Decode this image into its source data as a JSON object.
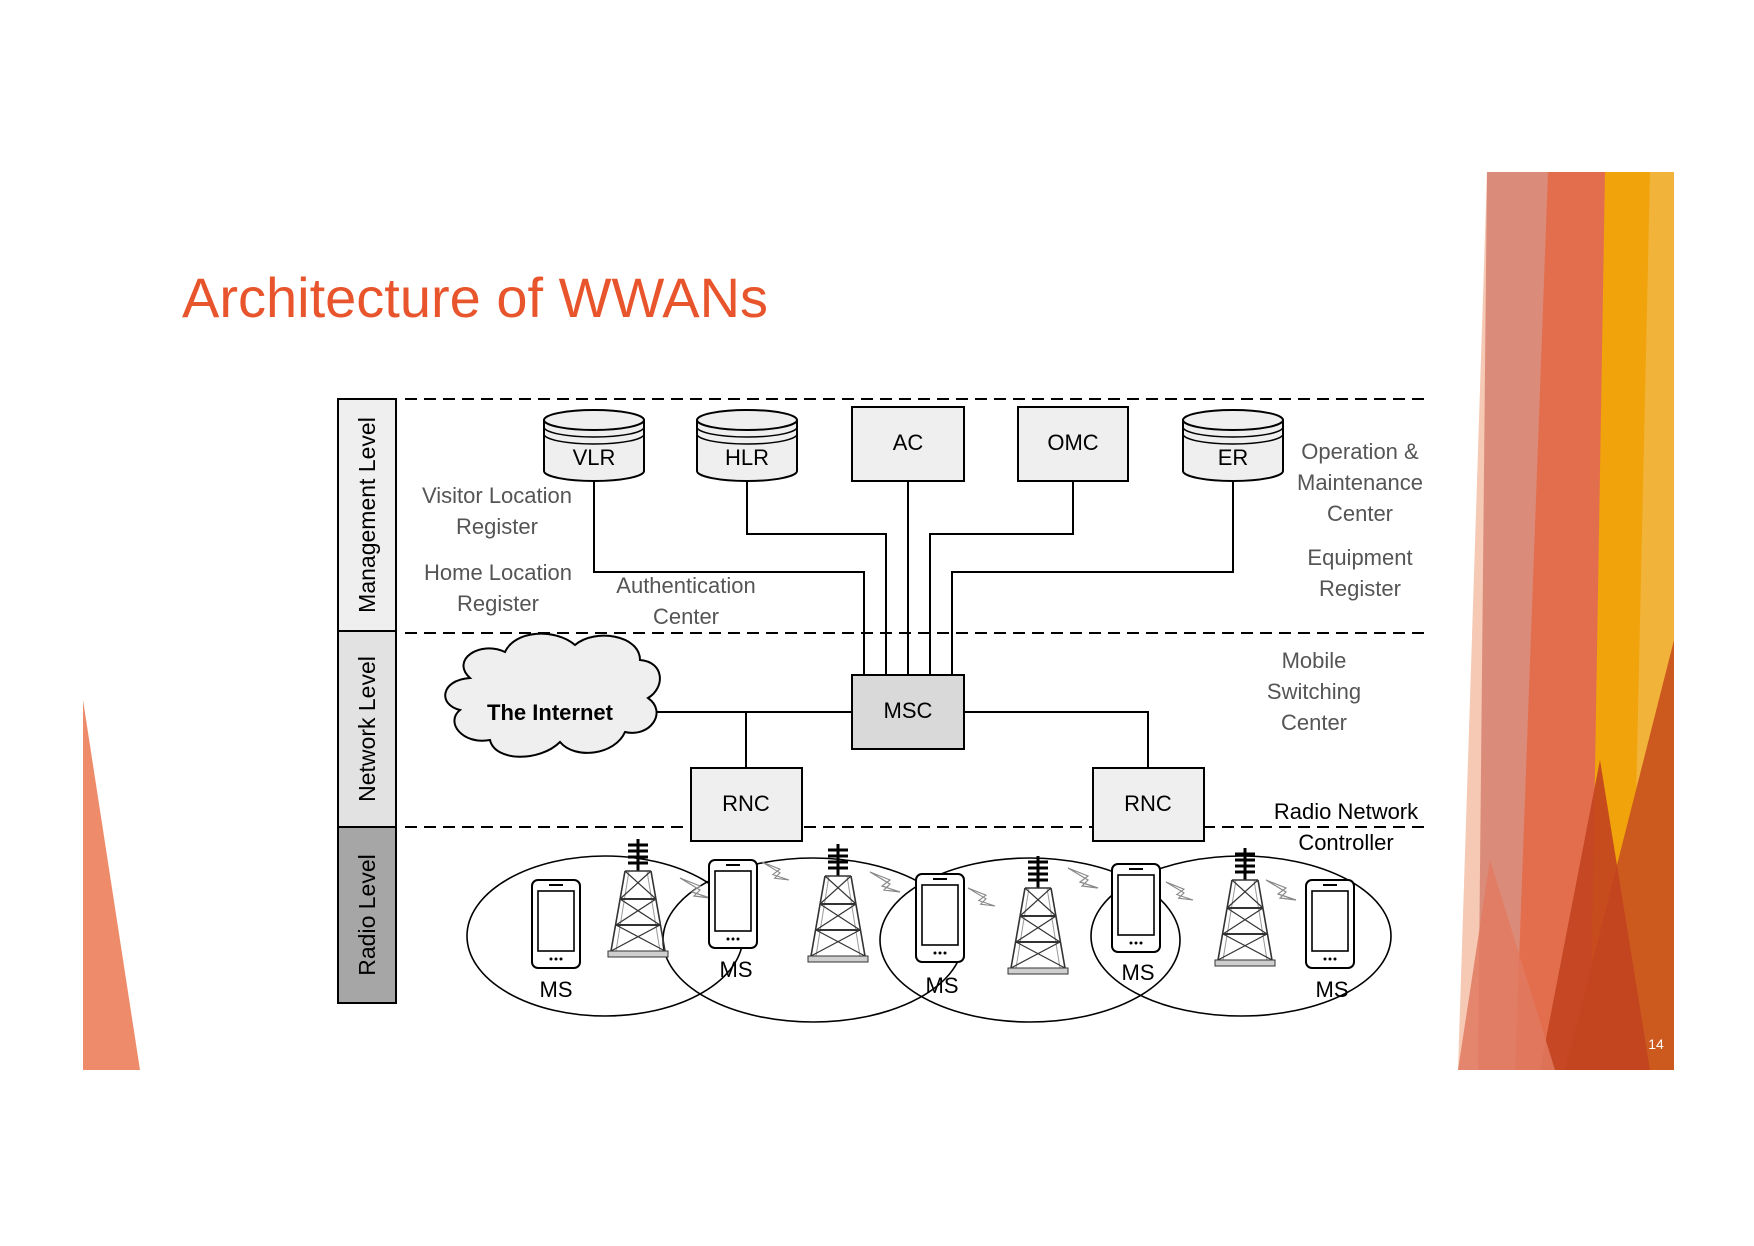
{
  "slide": {
    "title": "Architecture of WWANs",
    "page_number": "14",
    "colors": {
      "title": "#E8542B",
      "accent_red": "#E8542B",
      "accent_orange": "#F0A30A",
      "accent_salmon": "#EE8B6A"
    }
  },
  "levels": {
    "management": "Management Level",
    "network": "Network Level",
    "radio": "Radio Level"
  },
  "nodes": {
    "vlr": "VLR",
    "hlr": "HLR",
    "ac": "AC",
    "omc": "OMC",
    "er": "ER",
    "msc": "MSC",
    "rnc_left": "RNC",
    "rnc_right": "RNC",
    "internet": "The Internet"
  },
  "descriptions": {
    "vlr": [
      "Visitor Location",
      "Register"
    ],
    "hlr": [
      "Home Location",
      "Register"
    ],
    "ac": [
      "Authentication",
      "Center"
    ],
    "omc": [
      "Operation &",
      "Maintenance",
      "Center"
    ],
    "er": [
      "Equipment",
      "Register"
    ],
    "msc": [
      "Mobile",
      "Switching",
      "Center"
    ],
    "rnc": [
      "Radio Network",
      "Controller"
    ]
  },
  "mobile_stations": [
    "MS",
    "MS",
    "MS",
    "MS",
    "MS"
  ],
  "icons": [
    "database-icon",
    "cloud-icon",
    "cell-tower-icon",
    "smartphone-icon",
    "lightning-link-icon"
  ]
}
